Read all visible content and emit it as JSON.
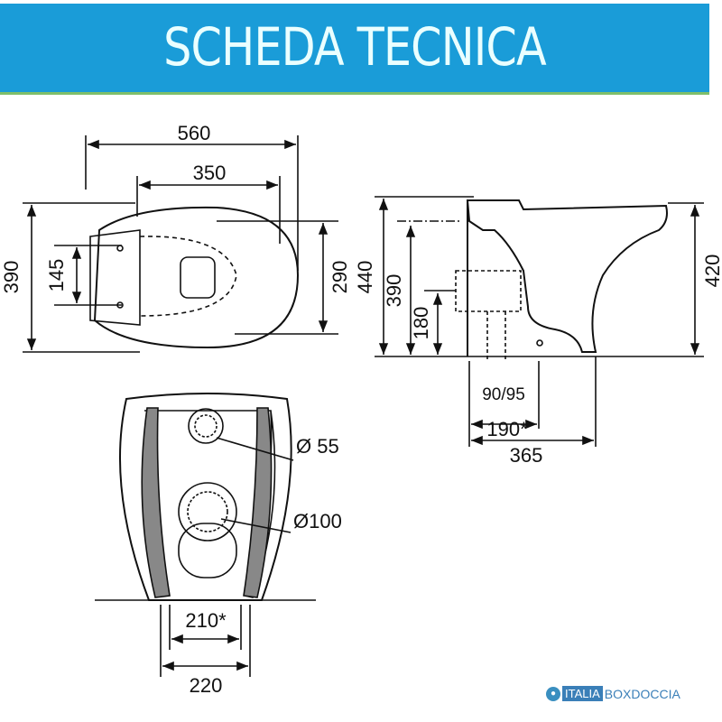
{
  "header": {
    "title": "SCHEDA TECNICA"
  },
  "top_view": {
    "width_total": "560",
    "width_inner": "350",
    "depth": "390",
    "fixing_spacing": "145",
    "bowl_depth": "290"
  },
  "side_view": {
    "height_total": "440",
    "inlet_height": "390",
    "outlet_height": "180",
    "rim_height": "420",
    "outlet_offset": "90/95",
    "outlet_distance": "190*",
    "length": "365"
  },
  "back_view": {
    "inlet_diameter": "Ø 55",
    "outlet_diameter": "Ø100",
    "inner_width": "210*",
    "outer_width": "220"
  },
  "logo": {
    "part_a": "ITALIA",
    "part_b": "BOXDOCCIA"
  },
  "colors": {
    "header": "#1a9cd8",
    "band": "#888888"
  }
}
